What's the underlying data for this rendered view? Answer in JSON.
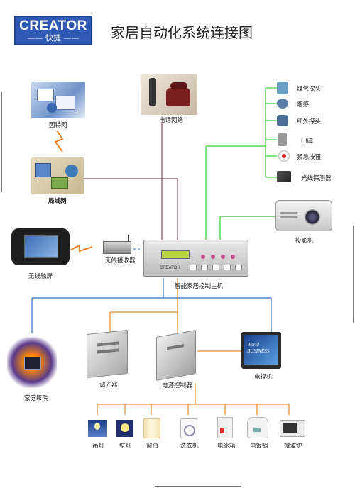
{
  "header": {
    "logo_brand": "CREATOR",
    "logo_sub": "—— 快捷 ——",
    "title": "家居自动化系统连接图"
  },
  "nodes": {
    "internet": "因特网",
    "lan": "局域网",
    "phone": "电话网络",
    "wireless_touch": "无线触屏",
    "wireless_receiver": "无线接收器",
    "host": "智能家居控制主机",
    "host_panel": "CREATOR",
    "projector": "投影机",
    "home_theater": "家庭影院",
    "dimmer": "调光器",
    "power_controller": "电源控制器",
    "tv": "电视机",
    "tv_screen": "World BUSINESS"
  },
  "sensors": [
    "煤气探头",
    "烟感",
    "红外探头",
    "门磁",
    "紧急按钮",
    "光线探测器"
  ],
  "appliances": [
    "吊灯",
    "壁灯",
    "窗帘",
    "洗衣机",
    "电冰箱",
    "电饭锅",
    "微波炉"
  ],
  "colors": {
    "phone_line": "#8a4a5a",
    "sensor_line": "#33cc33",
    "av_line": "#2a6fc9",
    "power_line": "#e88a2a",
    "logo_blue": "#2f59b3"
  }
}
